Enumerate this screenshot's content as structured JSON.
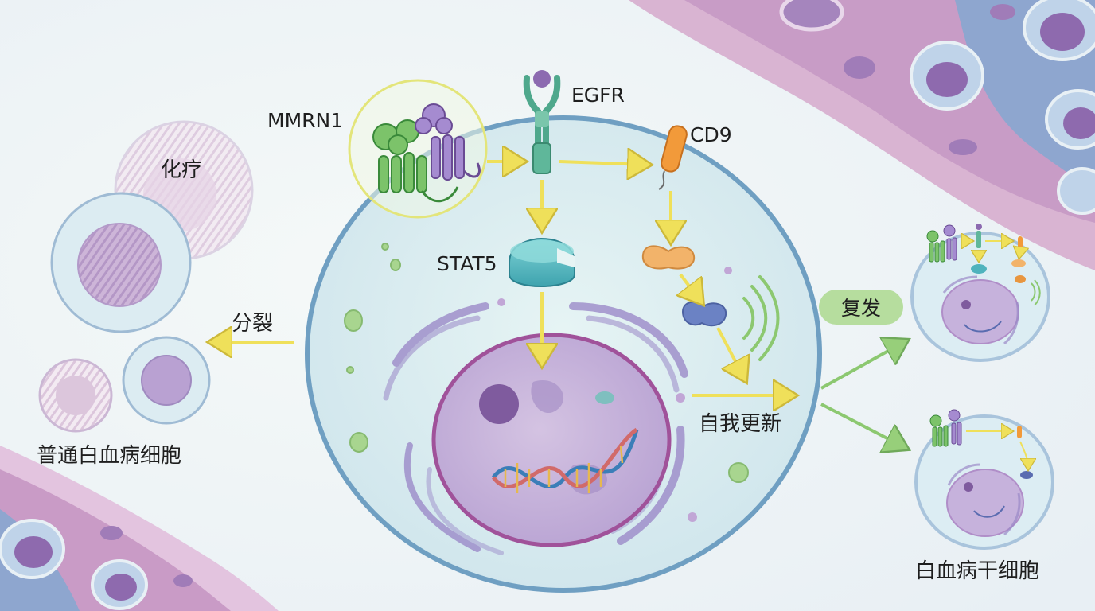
{
  "diagram": {
    "labels": {
      "mmrn1": "MMRN1",
      "egfr": "EGFR",
      "cd9": "CD9",
      "stat5": "STAT5",
      "chemo": "化疗",
      "division": "分裂",
      "normal_cells": "普通白血病细胞",
      "relapse": "复发",
      "self_renewal": "自我更新",
      "stem_cells": "白血病干细胞"
    },
    "colors": {
      "arrow_yellow": "#f2e45c",
      "arrow_green": "#8cc870",
      "cell_fill": "#d6ecef",
      "cell_border": "#6f9fc2",
      "nucleus": "#b9a4d4",
      "background_tissue": "#c89cc6"
    }
  }
}
